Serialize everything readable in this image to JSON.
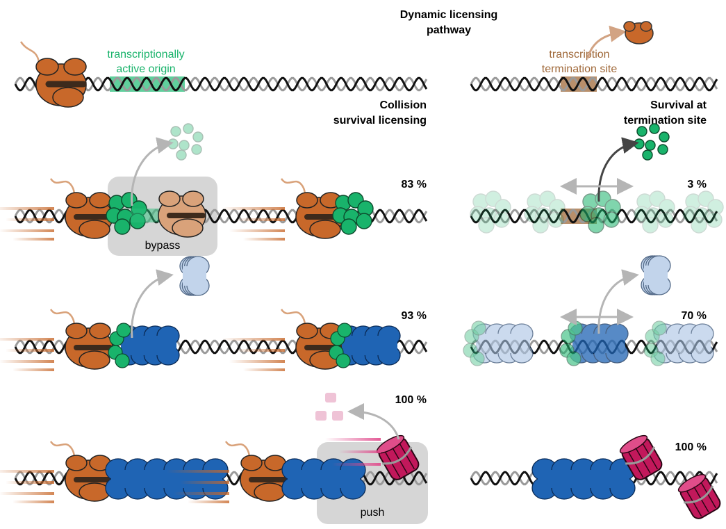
{
  "title_lines": [
    "Dynamic licensing",
    "pathway"
  ],
  "labels": {
    "active_origin": [
      "transcriptionally",
      "active origin"
    ],
    "termination_site": [
      "transcription",
      "termination site"
    ],
    "collision_header": [
      "Collision",
      "survival licensing"
    ],
    "termination_header": [
      "Survival at",
      "termination site"
    ],
    "bypass": "bypass",
    "push": "push"
  },
  "percentages": {
    "collision_orc": "83 %",
    "collision_mcm": "93 %",
    "collision_push": "100 %",
    "termination_orc": "3 %",
    "termination_mcm": "70 %",
    "termination_push": "100 %"
  },
  "colors": {
    "rnap": "#c8682a",
    "rnap_light": "#d9a27a",
    "orc_green": "#19b36b",
    "mcm_blue": "#1f64b4",
    "mcm_light": "#a9c3e3",
    "nucleosome": "#c2185b",
    "termination_box": "#a0693a",
    "origin_box": "#2bbf7b",
    "grey_bubble": "#d6d6d6"
  }
}
